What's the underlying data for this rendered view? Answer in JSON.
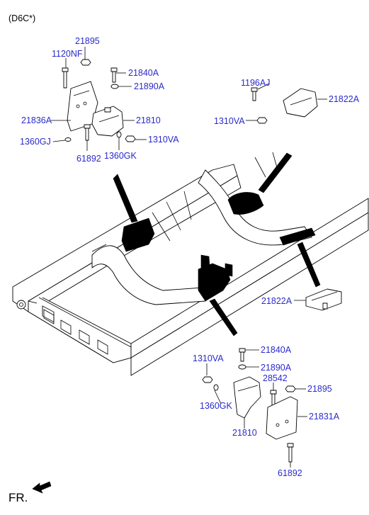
{
  "header": {
    "variant": "(D6C*)"
  },
  "colors": {
    "label": "#2a2acc",
    "line": "#000000"
  },
  "labels": {
    "l21895_top": "21895",
    "l1120NF": "1120NF",
    "l21840A_top": "21840A",
    "l21890A_top": "21890A",
    "l21836A": "21836A",
    "l21810_top": "21810",
    "l1360GJ": "1360GJ",
    "l1310VA_top": "1310VA",
    "l61892_top": "61892",
    "l1360GK_top": "1360GK",
    "l1196AJ": "1196AJ",
    "l21822A_top": "21822A",
    "l1310VA_right": "1310VA",
    "l21822A_mid": "21822A",
    "l21840A_bot": "21840A",
    "l1310VA_bot": "1310VA",
    "l21890A_bot": "21890A",
    "l28542": "28542",
    "l21895_bot": "21895",
    "l1360GK_bot": "1360GK",
    "l21831A": "21831A",
    "l21810_bot": "21810",
    "l61892_bot": "61892"
  },
  "footer": {
    "direction_label": "FR."
  },
  "icons": [
    "fr-arrow-icon"
  ]
}
